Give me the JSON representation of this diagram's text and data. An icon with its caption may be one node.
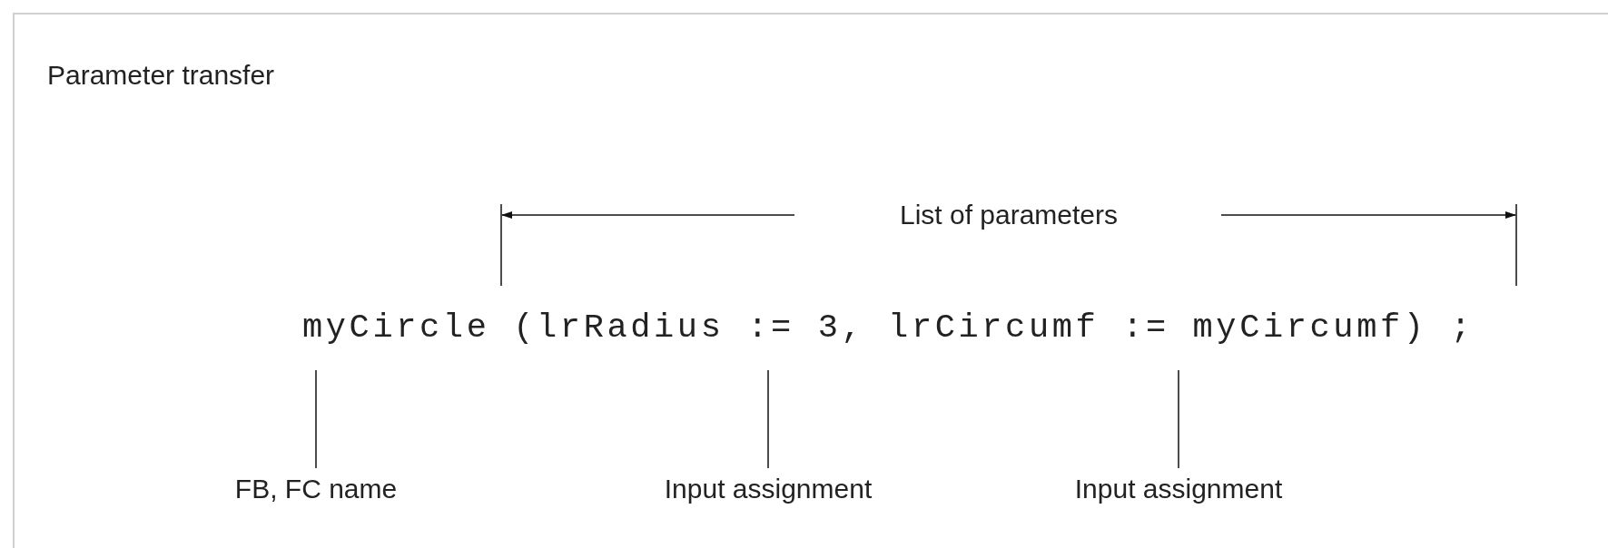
{
  "diagram": {
    "title": "Parameter transfer",
    "nodes": [
      {
        "text": [
          "FB, FC name"
        ]
      },
      {
        "text": [
          "Input assignment"
        ]
      },
      {
        "text": [
          "Input assignment"
        ]
      }
    ],
    "edges": [
      {
        "from": 0,
        "to": null,
        "arrow": "none"
      },
      {
        "from": 1,
        "to": null,
        "arrow": "none"
      },
      {
        "from": 2,
        "to": null,
        "arrow": "none"
      }
    ],
    "labels": [
      "List of parameters",
      "myCircle (lrRadius := 3, lrCircumf := myCircumf) ;"
    ]
  }
}
